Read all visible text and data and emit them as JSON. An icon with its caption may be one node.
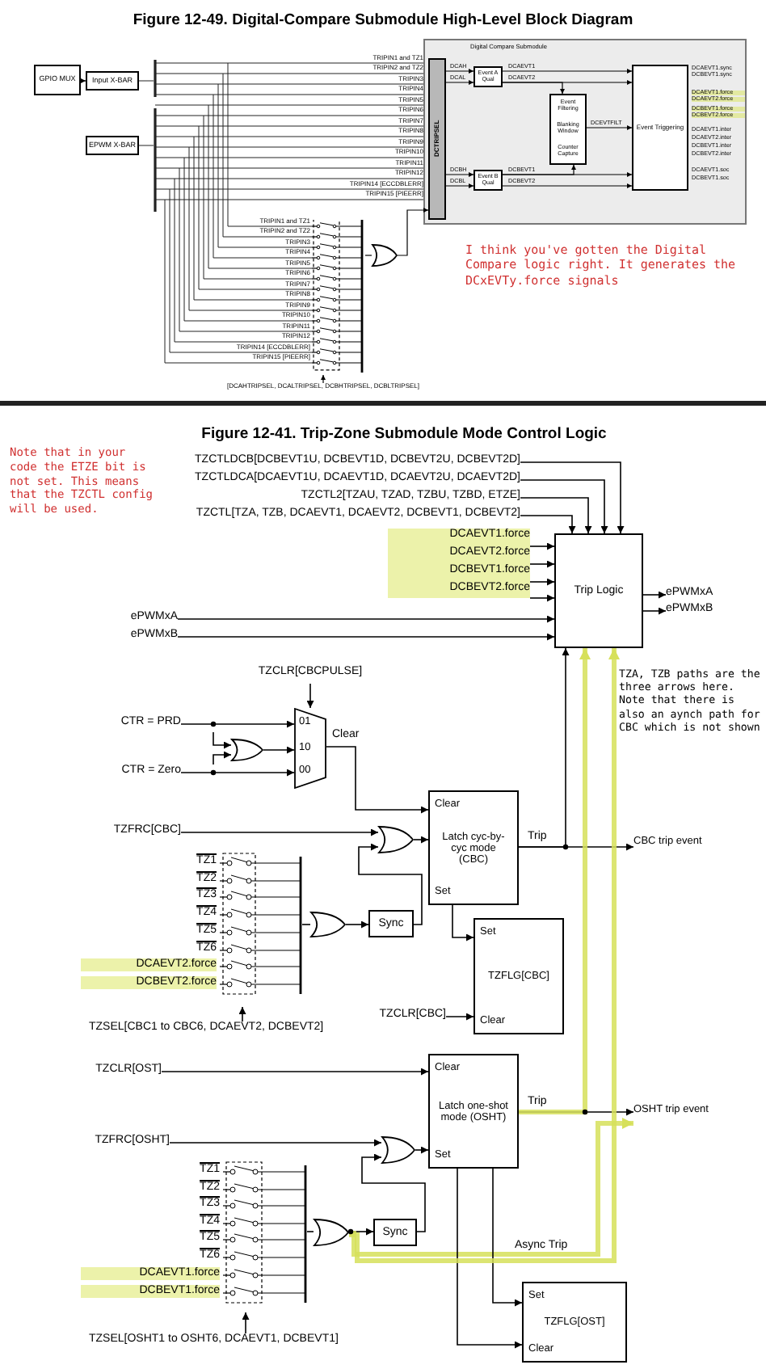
{
  "diagram": {
    "title": "Figure 12-49. Digital-Compare Submodule High-Level Block Diagram",
    "nodes": [
      {
        "text": [
          "GPIO MUX"
        ]
      },
      {
        "text": [
          "Input X-BAR"
        ]
      },
      {
        "text": [
          "EPWM X-BAR"
        ]
      },
      {
        "text": [
          "Digital Compare Submodule"
        ]
      },
      {
        "text": [
          "DCTRIPSEL"
        ],
        "in": 3
      },
      {
        "text": [
          "Event A Qual"
        ],
        "in": 3
      },
      {
        "text": [
          "Event Filtering",
          "Blanking Window",
          "Counter Capture"
        ],
        "in": 3
      },
      {
        "text": [
          "Event Triggering"
        ],
        "in": 3
      },
      {
        "text": [
          "Event B Qual"
        ],
        "in": 3
      },
      {
        "text": [],
        "shape": "switch"
      },
      {
        "text": [],
        "shape": "gate"
      },
      {
        "text": [
          "TZCTLDCB[DCBEVT1U, DCBEVT1D, DCBEVT2U, DCBEVT2D]"
        ]
      },
      {
        "text": [
          "TZCTLDCA[DCAEVT1U, DCAEVT1D, DCAEVT2U, DCAEVT2D]"
        ]
      },
      {
        "text": [
          "TZCTL2[TZAU, TZAD, TZBU, TZBD, ETZE]"
        ]
      },
      {
        "text": [
          "TZCTL[TZA, TZB, DCAEVT1, DCAEVT2, DCBEVT1, DCBEVT2]"
        ]
      },
      {
        "text": [
          "DCAEVT1.force"
        ]
      },
      {
        "text": [
          "DCAEVT2.force"
        ]
      },
      {
        "text": [
          "DCBEVT1.force"
        ]
      },
      {
        "text": [
          "DCBEVT2.force"
        ]
      },
      {
        "text": [
          "Trip Logic"
        ]
      },
      {
        "text": [
          "ePWMxA"
        ]
      },
      {
        "text": [
          "ePWMxB"
        ]
      },
      {
        "text": [
          "ePWMxA"
        ]
      },
      {
        "text": [
          "ePWMxB"
        ]
      },
      {
        "text": [
          "TZCLR[CBCPULSE]"
        ]
      },
      {
        "text": [
          "CTR = PRD"
        ]
      },
      {
        "text": [
          "CTR = Zero"
        ]
      },
      {
        "text": [],
        "shape": "gate"
      },
      {
        "text": [
          "01",
          "10",
          "00"
        ]
      },
      {
        "text": [
          "Clear",
          "Latch cyc-by-cyc mode (CBC)",
          "Set"
        ]
      },
      {
        "text": [
          "CBC trip event"
        ]
      },
      {
        "text": [
          "TZFRC[CBC]"
        ]
      },
      {
        "text": [],
        "shape": "gate"
      },
      {
        "text": [],
        "shape": "switch"
      },
      {
        "text": [],
        "shape": "gate"
      },
      {
        "text": [
          "Sync"
        ]
      },
      {
        "text": [
          "Set",
          "TZFLG[CBC]",
          "Clear"
        ]
      },
      {
        "text": [
          "TZCLR[CBC]"
        ]
      },
      {
        "text": [
          "TZSEL[CBC1 to CBC6, DCAEVT2, DCBEVT2]"
        ]
      },
      {
        "text": [
          "TZCLR[OST]"
        ]
      },
      {
        "text": [
          "Clear",
          "Latch one-shot mode (OSHT)",
          "Set"
        ]
      },
      {
        "text": [
          "OSHT trip event"
        ]
      },
      {
        "text": [
          "TZFRC[OSHT]"
        ]
      },
      {
        "text": [],
        "shape": "gate"
      },
      {
        "text": [],
        "shape": "switch"
      },
      {
        "text": [],
        "shape": "gate"
      },
      {
        "text": [
          "Sync"
        ]
      },
      {
        "text": [
          "Set",
          "TZFLG[OST]",
          "Clear"
        ]
      },
      {
        "text": [
          "TZSEL[OSHT1 to OSHT6, DCAEVT1, DCBEVT1]"
        ]
      },
      {
        "text": [
          "[DCAHTRIPSEL, DCALTRIPSEL, DCBHTRIPSEL, DCBLTRIPSEL]"
        ]
      }
    ],
    "edges": [
      {
        "from": 0,
        "to": 1,
        "arrow": "to"
      },
      {
        "from": 10,
        "to": 4,
        "arrow": "to"
      },
      {
        "from": 49,
        "to": 9,
        "arrow": "to"
      },
      {
        "from": 5,
        "to": 7,
        "arrow": "to",
        "label": "DCAEVT1"
      },
      {
        "from": 5,
        "to": 7,
        "arrow": "to",
        "label": "DCAEVT2"
      },
      {
        "from": 8,
        "to": 7,
        "arrow": "to",
        "label": "DCBEVT1"
      },
      {
        "from": 8,
        "to": 7,
        "arrow": "to",
        "label": "DCBEVT2"
      },
      {
        "from": 5,
        "to": 6,
        "arrow": "to"
      },
      {
        "from": 8,
        "to": 6,
        "arrow": "to"
      },
      {
        "from": 6,
        "to": 7,
        "arrow": "to",
        "label": "DCEVTFILT"
      },
      {
        "from": 4,
        "to": 5,
        "arrow": "to",
        "label": "DCAH"
      },
      {
        "from": 4,
        "to": 5,
        "arrow": "to",
        "label": "DCAL"
      },
      {
        "from": 4,
        "to": 8,
        "arrow": "to",
        "label": "DCBH"
      },
      {
        "from": 4,
        "to": 8,
        "arrow": "to",
        "label": "DCBL"
      },
      {
        "from": 9,
        "to": 10,
        "arrow": "none"
      },
      {
        "from": 11,
        "to": 19,
        "arrow": "to"
      },
      {
        "from": 12,
        "to": 19,
        "arrow": "to"
      },
      {
        "from": 13,
        "to": 19,
        "arrow": "to"
      },
      {
        "from": 14,
        "to": 19,
        "arrow": "to"
      },
      {
        "from": 15,
        "to": 19,
        "arrow": "to"
      },
      {
        "from": 16,
        "to": 19,
        "arrow": "to"
      },
      {
        "from": 17,
        "to": 19,
        "arrow": "to"
      },
      {
        "from": 18,
        "to": 19,
        "arrow": "to"
      },
      {
        "from": 20,
        "to": 19,
        "arrow": "to"
      },
      {
        "from": 21,
        "to": 19,
        "arrow": "to"
      },
      {
        "from": 19,
        "to": 22,
        "arrow": "to"
      },
      {
        "from": 19,
        "to": 23,
        "arrow": "to"
      },
      {
        "from": 24,
        "to": 28,
        "arrow": "to"
      },
      {
        "from": 25,
        "to": 28,
        "arrow": "to"
      },
      {
        "from": 26,
        "to": 28,
        "arrow": "to"
      },
      {
        "from": 25,
        "to": 27,
        "arrow": "to"
      },
      {
        "from": 26,
        "to": 27,
        "arrow": "to"
      },
      {
        "from": 27,
        "to": 28,
        "arrow": "to"
      },
      {
        "from": 28,
        "to": 29,
        "arrow": "to",
        "label": "Clear"
      },
      {
        "from": 29,
        "to": 30,
        "arrow": "to",
        "label": "Trip"
      },
      {
        "from": 29,
        "to": 19,
        "arrow": "to"
      },
      {
        "from": 31,
        "to": 32,
        "arrow": "to"
      },
      {
        "from": 33,
        "to": 34,
        "arrow": "none"
      },
      {
        "from": 34,
        "to": 35,
        "arrow": "to"
      },
      {
        "from": 35,
        "to": 32,
        "arrow": "to"
      },
      {
        "from": 32,
        "to": 29,
        "arrow": "to"
      },
      {
        "from": 29,
        "to": 36,
        "arrow": "to"
      },
      {
        "from": 37,
        "to": 36,
        "arrow": "to"
      },
      {
        "from": 38,
        "to": 33,
        "arrow": "to"
      },
      {
        "from": 39,
        "to": 40,
        "arrow": "to"
      },
      {
        "from": 40,
        "to": 41,
        "arrow": "to",
        "label": "Trip"
      },
      {
        "from": 40,
        "to": 19,
        "arrow": "to",
        "style": "thick",
        "color": "#d6e05a"
      },
      {
        "from": 42,
        "to": 43,
        "arrow": "to"
      },
      {
        "from": 44,
        "to": 45,
        "arrow": "none"
      },
      {
        "from": 45,
        "to": 46,
        "arrow": "to"
      },
      {
        "from": 46,
        "to": 43,
        "arrow": "to"
      },
      {
        "from": 43,
        "to": 40,
        "arrow": "to"
      },
      {
        "from": 45,
        "to": 41,
        "arrow": "to",
        "label": "Async Trip",
        "style": "thick",
        "color": "#d6e05a"
      },
      {
        "from": 40,
        "to": 47,
        "arrow": "to"
      },
      {
        "from": 40,
        "to": 47,
        "arrow": "to"
      },
      {
        "from": 48,
        "to": 44,
        "arrow": "to"
      },
      {
        "from": 45,
        "to": 19,
        "arrow": "to",
        "style": "thick",
        "color": "#d6e05a"
      }
    ],
    "labels": [
      "TRIPIN1 and TZ1",
      "TRIPIN2 and TZ2",
      "TRIPIN3",
      "TRIPIN4",
      "TRIPIN5",
      "TRIPIN6",
      "TRIPIN7",
      "TRIPIN8",
      "TRIPIN9",
      "TRIPIN10",
      "TRIPIN11",
      "TRIPIN12",
      "TRIPIN14 [ECCDBLERR]",
      "TRIPIN15 [PIEERR]",
      "DCAEVT1.sync",
      "DCBEVT1.sync",
      "DCAEVT1.force",
      "DCAEVT2.force",
      "DCBEVT1.force",
      "DCBEVT2.force",
      "DCAEVT1.inter",
      "DCAEVT2.inter",
      "DCBEVT1.inter",
      "DCBEVT2.inter",
      "DCAEVT1.soc",
      "DCBEVT1.soc",
      "TRIPIN1 and TZ1",
      "TRIPIN2 and TZ2",
      "TRIPIN3",
      "TRIPIN4",
      "TRIPIN5",
      "TRIPIN6",
      "TRIPIN7",
      "TRIPIN8",
      "TRIPIN9",
      "TRIPIN10",
      "TRIPIN11",
      "TRIPIN12",
      "TRIPIN14 [ECCDBLERR]",
      "TRIPIN15 [PIEERR]",
      "I think you've gotten the Digital Compare logic right.  It generates the DCxEVTy.force signals",
      "Figure 12-41. Trip-Zone Submodule Mode Control Logic",
      "Note that in your code the ETZE bit is not set. This means that the TZCTL config will be used.",
      "TZA, TZB paths are the three arrows here.  Note that there is also an aynch path for CBC which is not shown",
      "TZ1",
      "TZ2",
      "TZ3",
      "TZ4",
      "TZ5",
      "TZ6",
      "DCAEVT2.force",
      "DCBEVT2.force",
      "TZ1",
      "TZ2",
      "TZ3",
      "TZ4",
      "TZ5",
      "TZ6",
      "DCAEVT1.force",
      "DCBEVT1.force"
    ]
  }
}
